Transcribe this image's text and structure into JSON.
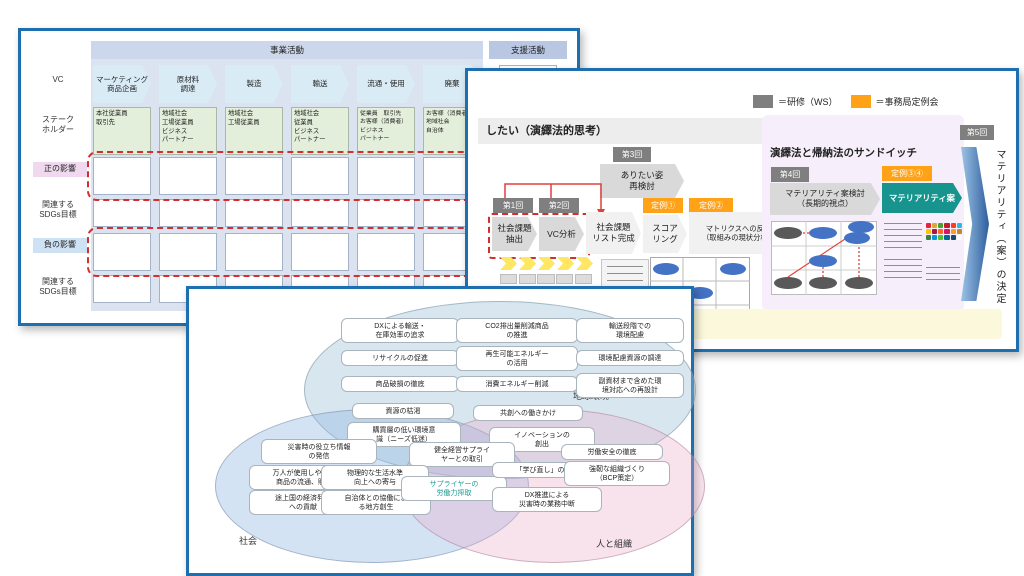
{
  "panel_vc": {
    "business_header": "事業活動",
    "support_header": "支援活動",
    "row_labels": [
      "VC",
      "ステーク\nホルダー",
      "正の影響",
      "関連する\nSDGs目標",
      "負の影響",
      "関連する\nSDGs目標"
    ],
    "vc_steps": [
      "マーケティング\n商品企画",
      "原材料\n調達",
      "製造",
      "輸送",
      "流通・使用",
      "廃棄"
    ],
    "stakeholders": [
      "本社従業員\n取引先",
      "地域社会\n工場従業員\nビジネス\nパートナー",
      "地域社会\n工場従業員",
      "地域社会\n従業員\nビジネス\nパートナー",
      "従業員　取引先\nお客様（消費者）\nビジネス\nパートナー",
      "お客様（消費者）\n地域社会\n自治体"
    ]
  },
  "panel_process": {
    "legend": {
      "training": "＝研修（WS）",
      "office": "＝事務局定例会"
    },
    "header": "したい（演繹法的思考）",
    "round3_badge": "第3回",
    "round3_label": "ありたい姿\n再検討",
    "round1_badge": "第1回",
    "round1_label": "社会課題\n抽出",
    "round2_badge": "第2回",
    "round2_label": "VC分析",
    "list_label": "社会課題\nリスト完成",
    "teirei1_badge": "定例①",
    "teirei1_label": "スコア\nリング",
    "teirei2_badge": "定例②",
    "teirei2_label": "マトリクスへの反映\n（取組みの現状分析）",
    "sandwich_title": "演繹法と帰納法のサンドイッチ",
    "round4_badge": "第4回",
    "round4_label": "マテリアリティ案検討\n（長期的視点）",
    "teirei34_badge": "定例③④",
    "teirei34_label": "マテリアリティ案",
    "round5_badge": "第5回",
    "final_label": "マテリアリティ（案）の決定",
    "sdg_colors": [
      "#e5243b",
      "#dda63a",
      "#4c9f38",
      "#c5192d",
      "#ff3a21",
      "#26bde2",
      "#fcc30b",
      "#a21942",
      "#fd6925",
      "#dd1367",
      "#fd9d24",
      "#bf8b2e",
      "#3f7e44",
      "#0a97d9",
      "#56c02b",
      "#00689d",
      "#19486a",
      "#ffffff"
    ]
  },
  "panel_venn": {
    "circle_labels": {
      "environment": "地球環境",
      "society": "社会",
      "people": "人と組織"
    },
    "items": [
      "DXによる輸送・\n在庫効率の追求",
      "CO2排出量削減商品\nの推進",
      "輸送段階での\n環境配慮",
      "リサイクルの促進",
      "再生可能エネルギー\nの活用",
      "環境配慮資源の調達",
      "商品破損の徹底",
      "消費エネルギー削減",
      "副資材まで含めた環\n境対応への再設計",
      "資源の枯渇",
      "購買層の低い環境意\n識（ニーズ低迷）",
      "共創への働きかけ",
      "イノベーションの\n創出",
      "健全経営サプライ\nヤーとの取引",
      "労働安全の徹底",
      "災害時の役立ち情報\nの発信",
      "万人が使用しやすい\n商品の流通、販売",
      "物理的な生活水準\n向上への寄与",
      "途上国の経済発展\nへの貢献",
      "自治体との協働によ\nる地方創生",
      "サプライヤーの\n労働力搾取",
      "「学び直し」の推進",
      "強靭な組織づくり\n（BCP策定）",
      "DX推進による\n災害時の業務中断"
    ]
  },
  "colors": {
    "panel_border_blue": "#1d6fb0",
    "badge_gray": "#7f7f7f",
    "badge_orange": "#ffa217",
    "teal_arrow": "#17948d",
    "red_dashed": "#d32f2f"
  }
}
